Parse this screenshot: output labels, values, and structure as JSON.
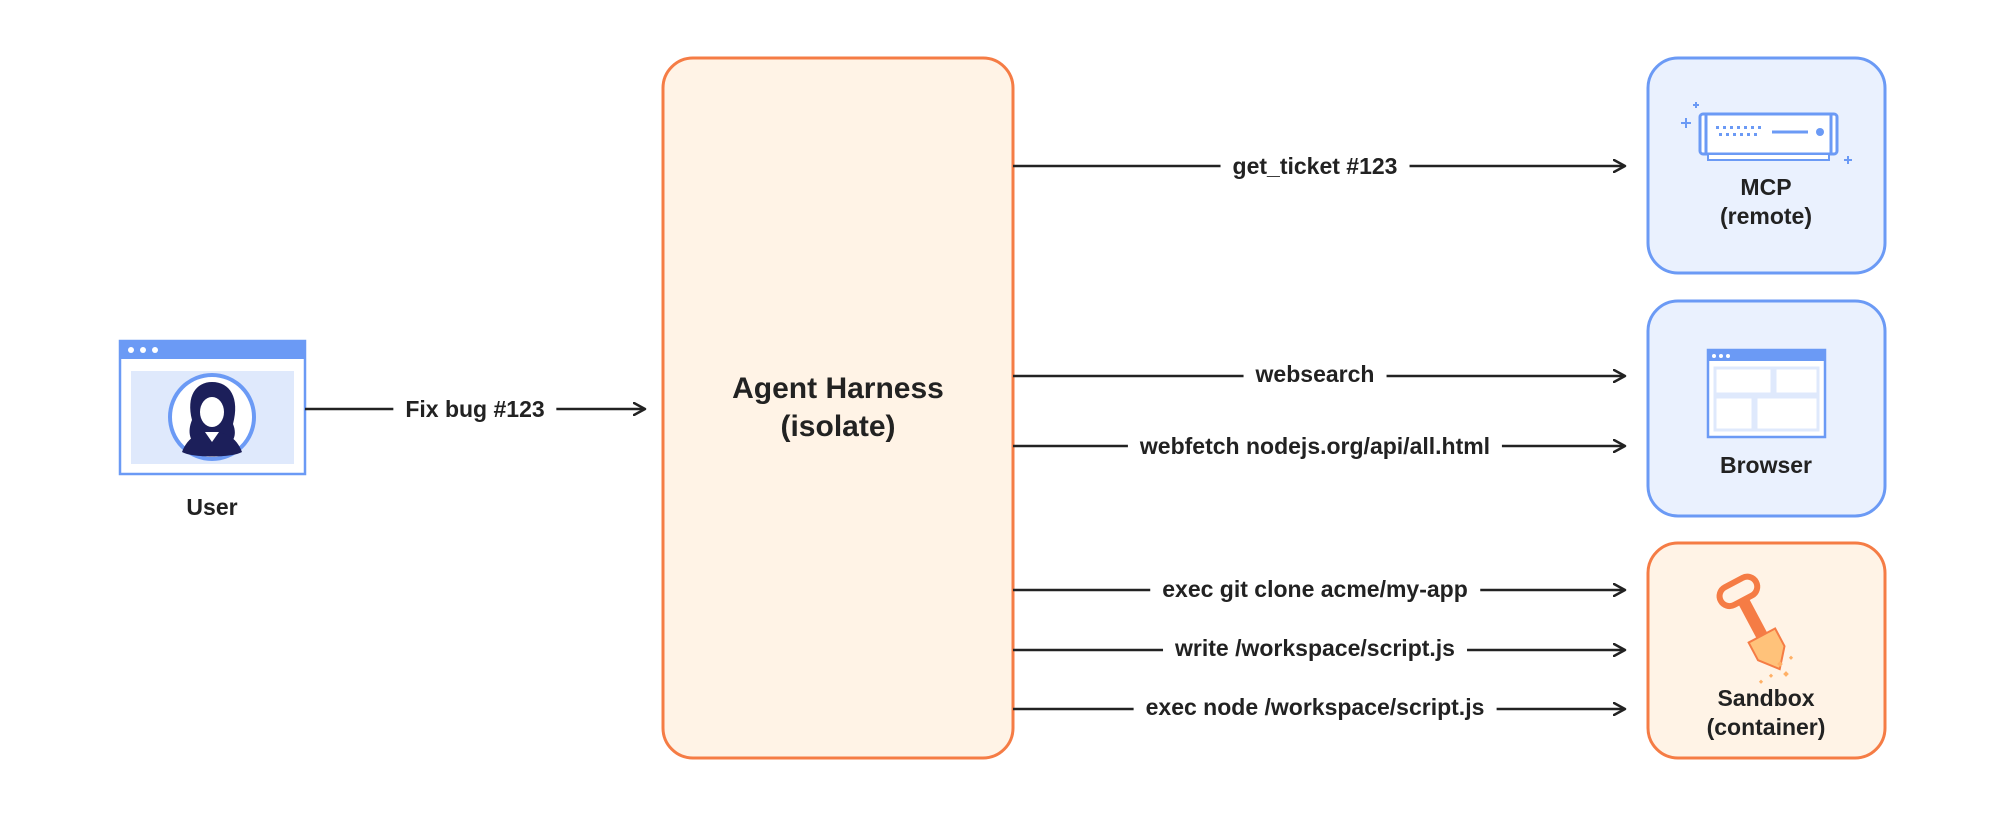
{
  "user": {
    "label": "User",
    "icon": "user-avatar-window-icon"
  },
  "harness": {
    "line1": "Agent Harness",
    "line2": "(isolate)"
  },
  "input_edge": {
    "label": "Fix bug #123"
  },
  "targets": {
    "mcp": {
      "line1": "MCP",
      "line2": "(remote)",
      "icon": "server-icon"
    },
    "browser": {
      "line1": "Browser",
      "icon": "browser-window-icon"
    },
    "sandbox": {
      "line1": "Sandbox",
      "line2": "(container)",
      "icon": "shovel-icon"
    }
  },
  "edges": [
    "get_ticket #123",
    "websearch",
    "webfetch nodejs.org/api/all.html",
    "exec git clone acme/my-app",
    "write /workspace/script.js",
    "exec node /workspace/script.js"
  ],
  "colors": {
    "orange_border": "#f57c45",
    "orange_fill": "#fff3e6",
    "blue_border": "#6b9af5",
    "blue_fill": "#eaf1fe",
    "text": "#222222"
  }
}
